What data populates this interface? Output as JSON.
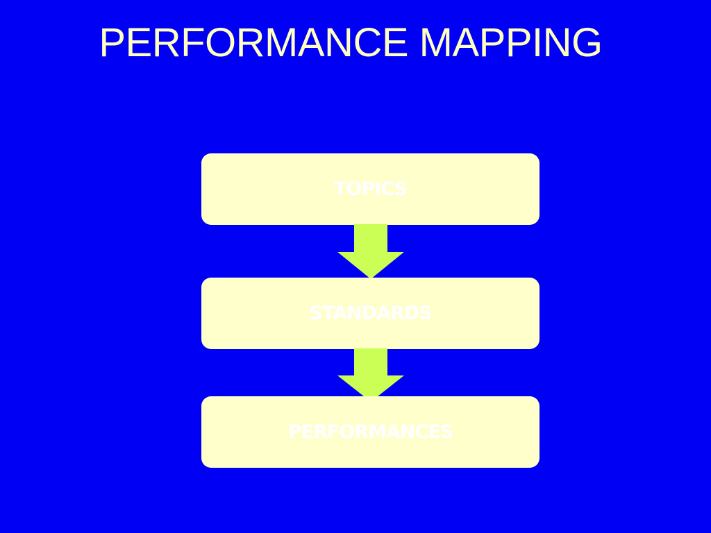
{
  "slide": {
    "title": "PERFORMANCE MAPPING",
    "colors": {
      "background": "#0000F5",
      "title_text": "#FFFFC0",
      "box_fill": "#FFFFCC",
      "box_text": "#FFFFFF",
      "arrow_fill": "#CCFF55"
    }
  },
  "flow": {
    "steps": [
      {
        "label": "TOPICS"
      },
      {
        "label": "STANDARDS"
      },
      {
        "label": "PERFORMANCES"
      }
    ],
    "connector_icon": "down-arrow-icon"
  }
}
